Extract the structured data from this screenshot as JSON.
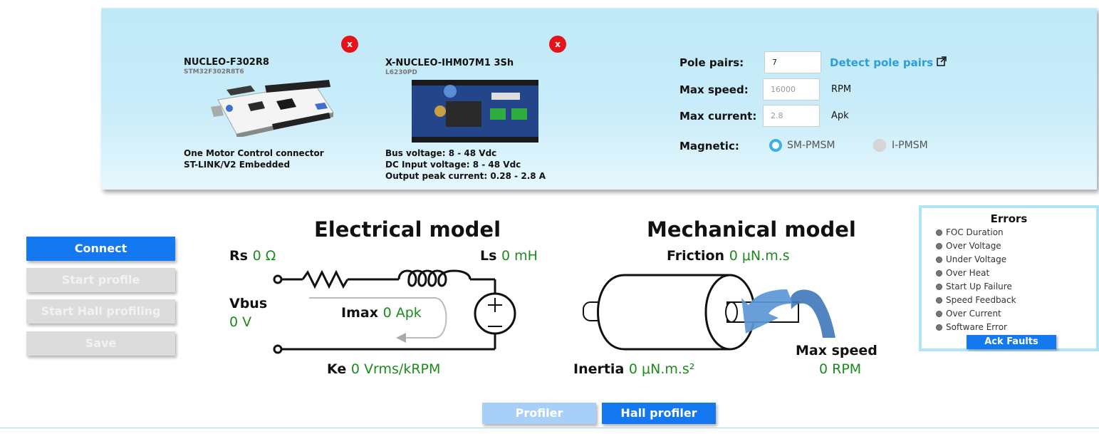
{
  "control_board": {
    "name": "NUCLEO-F302R8",
    "mcu": "STM32F302R8T6",
    "features": [
      "One Motor Control connector",
      "ST-LINK/V2 Embedded"
    ],
    "remove_label": "x"
  },
  "power_board": {
    "name": "X-NUCLEO-IHM07M1 3Sh",
    "driver": "L6230PD",
    "features": [
      "Bus voltage: 8 - 48 Vdc",
      "DC Input voltage: 8 - 48 Vdc",
      "Output peak current: 0.28 - 2.8 A"
    ],
    "remove_label": "x"
  },
  "params": {
    "pole_pairs_label": "Pole pairs:",
    "pole_pairs_value": "7",
    "detect_link": "Detect pole pairs",
    "max_speed_label": "Max speed:",
    "max_speed_value": "16000",
    "max_speed_unit": "RPM",
    "max_current_label": "Max current:",
    "max_current_value": "2.8",
    "max_current_unit": "Apk",
    "magnetic_label": "Magnetic:",
    "magnetic_options": [
      "SM-PMSM",
      "I-PMSM"
    ],
    "magnetic_selected": "SM-PMSM"
  },
  "actions": {
    "connect": "Connect",
    "start_profile": "Start profile",
    "start_hall": "Start Hall profiling",
    "save": "Save"
  },
  "electrical": {
    "title": "Electrical model",
    "rs_label": "Rs",
    "rs_value": "0 Ω",
    "ls_label": "Ls",
    "ls_value": "0 mH",
    "vbus_label": "Vbus",
    "vbus_value": "0 V",
    "imax_label": "Imax",
    "imax_value": "0 Apk",
    "ke_label": "Ke",
    "ke_value": "0 Vrms/kRPM"
  },
  "mechanical": {
    "title": "Mechanical model",
    "friction_label": "Friction",
    "friction_value": "0 μN.m.s",
    "inertia_label": "Inertia",
    "inertia_value": "0 μN.m.s²",
    "maxspeed_label": "Max speed",
    "maxspeed_value": "0 RPM"
  },
  "errors": {
    "title": "Errors",
    "items": [
      "FOC Duration",
      "Over Voltage",
      "Under Voltage",
      "Over Heat",
      "Start Up Failure",
      "Speed Feedback",
      "Over Current",
      "Software Error"
    ],
    "ack": "Ack Faults"
  },
  "tabs": {
    "profiler": "Profiler",
    "hall": "Hall profiler"
  },
  "colors": {
    "primary": "#1478f0",
    "link": "#2c9ed8",
    "value_green": "#1c8a1c",
    "remove_red": "#e4141b",
    "panel_bg": "#c9ecf9"
  }
}
